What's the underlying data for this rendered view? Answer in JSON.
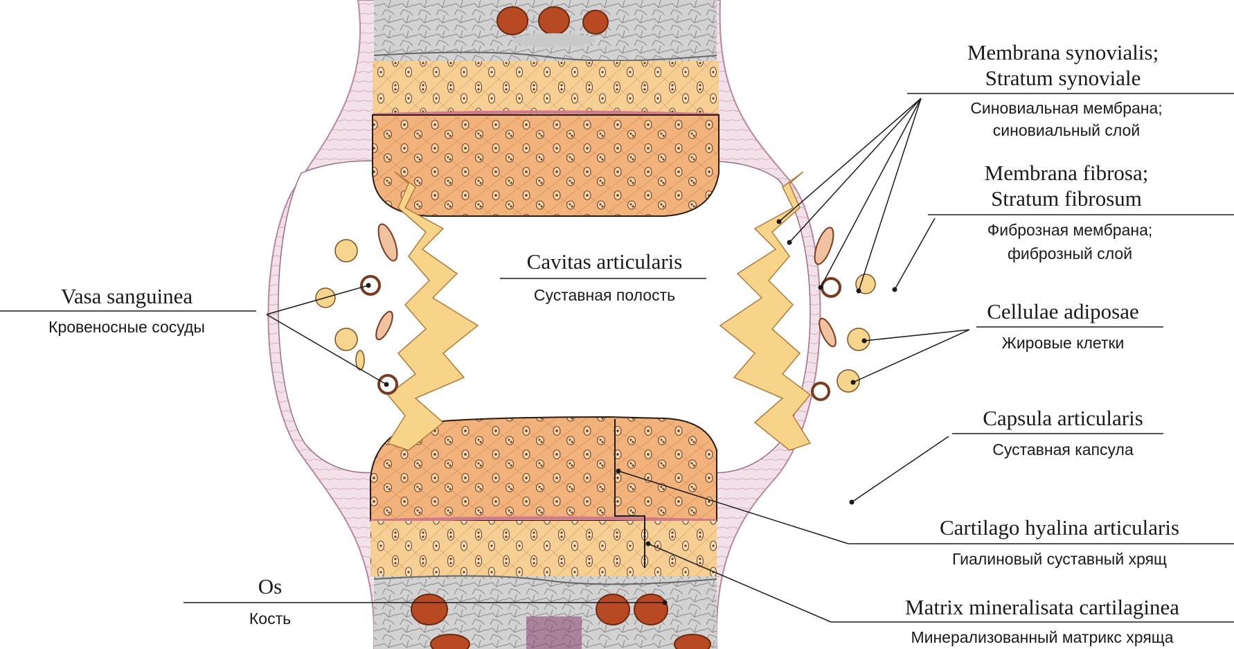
{
  "colors": {
    "capsule": "#f2dfe8",
    "capsule_line": "#c9a1b6",
    "cartilage_hyaline": "#f0b07a",
    "cartilage_deep": "#f7d096",
    "tidemark": "#d07a8c",
    "bone": "#cfcfcf",
    "marrow": "#b84a23",
    "synovial_fold": "#f5d48a",
    "synovial_edge": "#f3b38e",
    "fat_cell": "#f6d58e",
    "ink": "#1a1a1a"
  },
  "labels": {
    "membrana_synovialis": {
      "latin_1": "Membrana synovialis;",
      "latin_2": "Stratum synoviale",
      "russian_1": "Синовиальная мембрана;",
      "russian_2": "синовиальный слой"
    },
    "membrana_fibrosa": {
      "latin_1": "Membrana fibrosa;",
      "latin_2": "Stratum fibrosum",
      "russian_1": "Фиброзная мембрана;",
      "russian_2": "фиброзный слой"
    },
    "cavitas": {
      "latin": "Cavitas articularis",
      "russian": "Суставная полость"
    },
    "vasa": {
      "latin": "Vasa sanguinea",
      "russian": "Кровеносные сосуды"
    },
    "cellulae": {
      "latin": "Cellulae adiposae",
      "russian": "Жировые клетки"
    },
    "capsula": {
      "latin": "Capsula articularis",
      "russian": "Суставная капсула"
    },
    "cartilago": {
      "latin": "Cartilago hyalina articularis",
      "russian": "Гиалиновый суставный хрящ"
    },
    "os": {
      "latin": "Os",
      "russian": "Кость"
    },
    "matrix": {
      "latin": "Matrix mineralisata cartilaginea",
      "russian": "Минерализованный матрикс хряща"
    }
  }
}
